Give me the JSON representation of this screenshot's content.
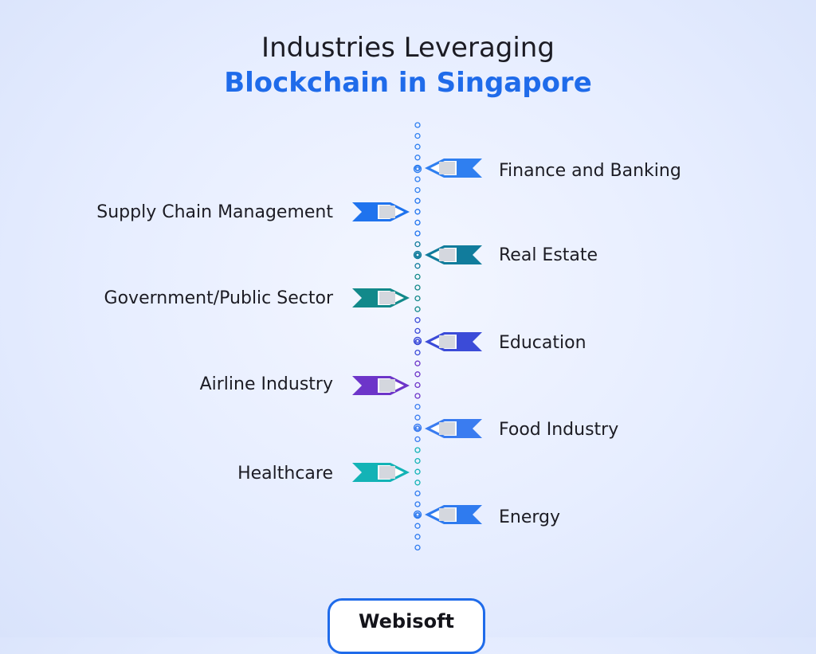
{
  "header": {
    "title_line1": "Industries Leveraging",
    "title_line2": "Blockchain in Singapore"
  },
  "items": [
    {
      "label": "Finance and Banking",
      "side": "right",
      "color": "#2f7ff0"
    },
    {
      "label": "Supply Chain Management",
      "side": "left",
      "color": "#1f73ee"
    },
    {
      "label": "Real Estate",
      "side": "right",
      "color": "#117c9c"
    },
    {
      "label": "Government/Public Sector",
      "side": "left",
      "color": "#12898a"
    },
    {
      "label": "Education",
      "side": "right",
      "color": "#3b4bd8"
    },
    {
      "label": "Airline Industry",
      "side": "left",
      "color": "#6d35c9"
    },
    {
      "label": "Food Industry",
      "side": "right",
      "color": "#3a7cf0"
    },
    {
      "label": "Healthcare",
      "side": "left",
      "color": "#13b3b6"
    },
    {
      "label": "Energy",
      "side": "right",
      "color": "#2f7bef"
    }
  ],
  "colors": {
    "accent": "#1f6bea",
    "text": "#1c1c24"
  },
  "logo": {
    "text": "Webisoft"
  }
}
